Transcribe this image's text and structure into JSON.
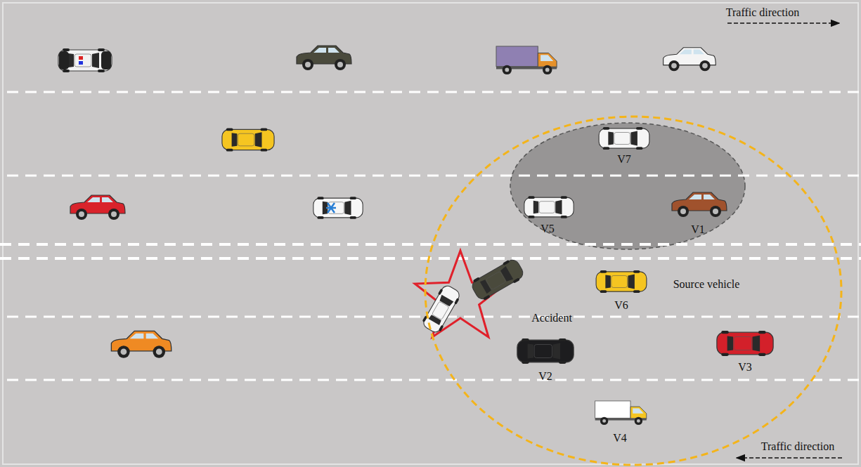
{
  "diagram": {
    "labels": [
      "Traffic direction",
      "V7",
      "V5",
      "V1",
      "Source vehicle",
      "V6",
      "Accident",
      "V2",
      "V3",
      "V4",
      "Traffic direction"
    ]
  }
}
